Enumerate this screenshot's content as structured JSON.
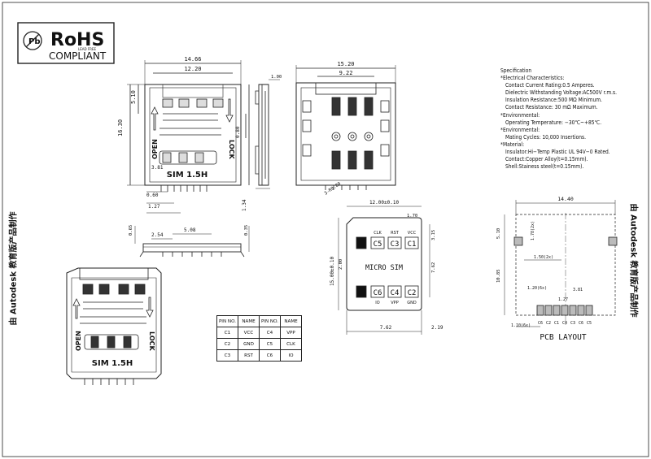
{
  "logo": {
    "rohs": "RoHS",
    "lead_free": "LEAD FREE",
    "compliant": "COMPLIANT"
  },
  "side_labels": {
    "left": "由 Autodesk 教育版产品制作",
    "right": "由 Autodesk 教育版产品制作"
  },
  "top_view": {
    "dims": {
      "width_outer": "14.66",
      "width_inner": "12.20",
      "left_height": "5.10",
      "height": "16.30",
      "right_small": "0.80",
      "pitch1": "3.81",
      "pad_w": "0.60",
      "pitch2": "1.27",
      "bottom_len": "1.34"
    },
    "open_label": "OPEN",
    "lock_label": "LOCK",
    "model_label": "SIM 1.5H"
  },
  "side_view_right": {
    "dim": "1.00"
  },
  "bottom_view": {
    "width": "15.20",
    "inner": "9.22"
  },
  "side_view_bottom": {
    "left_h": "0.65",
    "d1": "2.54",
    "d2": "5.08",
    "right_h": "0.35"
  },
  "iso_view": {
    "open_label": "OPEN",
    "lock_label": "LOCK",
    "model_label": "SIM 1.5H"
  },
  "pin_table": {
    "headers": [
      "PIN NO.",
      "NAME",
      "PIN NO.",
      "NAME"
    ],
    "rows": [
      [
        "C1",
        "VCC",
        "C4",
        "VPP"
      ],
      [
        "C2",
        "GND",
        "C5",
        "CLK"
      ],
      [
        "C3",
        "RST",
        "C6",
        "IO"
      ]
    ]
  },
  "micro_sim": {
    "title": "MICRO SIM",
    "top_labels": [
      "CLK",
      "RST",
      "VCC"
    ],
    "top_pads": [
      "C5",
      "C3",
      "C1"
    ],
    "bottom_pads": [
      "C6",
      "C4",
      "C2"
    ],
    "bottom_labels": [
      "IO",
      "VPP",
      "GND"
    ],
    "dims": {
      "width": "12.00±0.10",
      "chamfer": "3-R0.80",
      "top_right": "1.70",
      "right_top": "3.15",
      "left_mid": "2.00",
      "height": "15.00±0.10",
      "right_mid": "7.62",
      "bottom_left": "7.62",
      "bottom_right": "2.19"
    }
  },
  "specification": {
    "title": "Specification",
    "lines": [
      {
        "text": "*Electrical Characteristics:",
        "indent": false
      },
      {
        "text": "Contact Current Rating:0.5 Amperes.",
        "indent": true
      },
      {
        "text": "Dielectric Withstanding Voltage:AC500V r.m.s.",
        "indent": true
      },
      {
        "text": "Insulation Resistance:500 MΩ Minimum.",
        "indent": true
      },
      {
        "text": "Contact Resistance: 30 mΩ Maximum.",
        "indent": true
      },
      {
        "text": "*Environmental:",
        "indent": false
      },
      {
        "text": "Operating Temperature: −30℃~+85℃.",
        "indent": true
      },
      {
        "text": "*Environmental:",
        "indent": false
      },
      {
        "text": "Mating Cycles: 10,000 Insertions.",
        "indent": true
      },
      {
        "text": "*Material:",
        "indent": false
      },
      {
        "text": "Insulator:Hi−Temp Plastic UL 94V−0 Rated.",
        "indent": true
      },
      {
        "text": "Contact:Copper Alloy(t=0.15mm).",
        "indent": true
      },
      {
        "text": "Shell:Stainess steel(t=0.15mm).",
        "indent": true
      }
    ]
  },
  "pcb_layout": {
    "title": "PCB LAYOUT",
    "pad_labels": [
      "C6",
      "C2",
      "C1",
      "C4",
      "C3",
      "C6",
      "C5"
    ],
    "dims": {
      "width": "14.40",
      "left_top": "5.10",
      "d178": "1.78(2x)",
      "d150": "1.50(2x)",
      "height": "10.85",
      "d120": "1.20(6x)",
      "d381": "3.81",
      "d127": "1.27",
      "d110": "1.10(6x)"
    }
  }
}
